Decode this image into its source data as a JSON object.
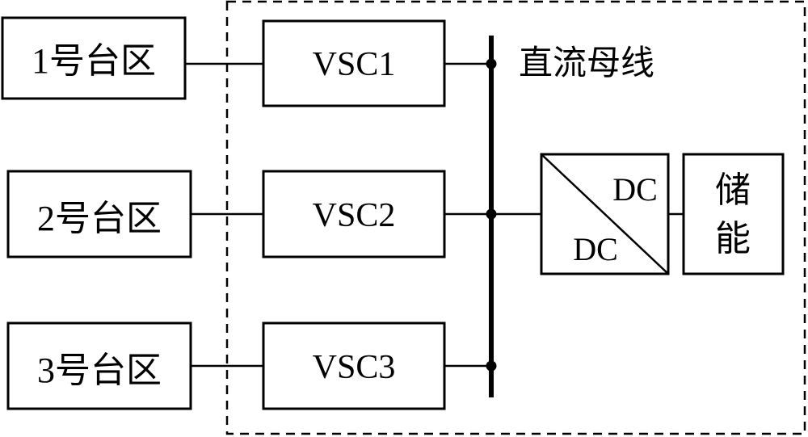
{
  "zones": [
    {
      "label": "1号台区"
    },
    {
      "label": "2号台区"
    },
    {
      "label": "3号台区"
    }
  ],
  "converters": [
    {
      "label": "VSC1"
    },
    {
      "label": "VSC2"
    },
    {
      "label": "VSC3"
    }
  ],
  "dc_bus": {
    "label": "直流母线"
  },
  "dcdc": {
    "top_label": "DC",
    "bottom_label": "DC"
  },
  "storage": {
    "label_line1": "储",
    "label_line2": "能"
  }
}
